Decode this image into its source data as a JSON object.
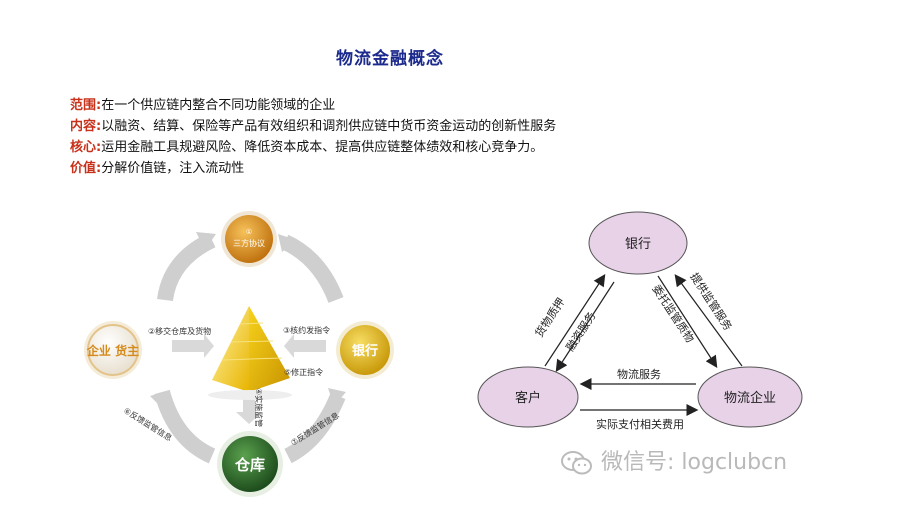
{
  "title": "物流金融概念",
  "definitions": [
    {
      "label": "范围:",
      "text": "在一个供应链内整合不同功能领域的企业"
    },
    {
      "label": "内容:",
      "text": "以融资、结算、保险等产品有效组织和调剂供应链中货币资金运动的创新性服务"
    },
    {
      "label": "核心:",
      "text": "运用金融工具规避风险、降低资本成本、提高供应链整体绩效和核心竞争力。"
    },
    {
      "label": "价值:",
      "text": "分解价值链，注入流动性"
    }
  ],
  "left_diagram": {
    "nodes": {
      "agreement": "三方协议",
      "agreement_num": "①",
      "enterprise": "企业 货主",
      "bank": "银行",
      "warehouse": "仓库"
    },
    "labels": {
      "step2": "②移交仓库及货物",
      "step3": "③核约发指令",
      "step4": "④实施监管",
      "step5": "⑤修正指令",
      "step6": "⑥反馈监管信息",
      "step7": "⑦反馈监管信息"
    },
    "colors": {
      "orange_node": "#d99021",
      "yellow_node": "#e2b51a",
      "green_node": "#2f6d2c"
    }
  },
  "right_diagram": {
    "nodes": {
      "bank": "银行",
      "customer": "客户",
      "logistics": "物流企业"
    },
    "edges": {
      "cargo_pledge": "货物质押",
      "financing": "融资服务",
      "entrust": "委托监管质物",
      "supervision": "提供监管服务",
      "logistics_service": "物流服务",
      "payment": "实际支付相关费用"
    },
    "colors": {
      "node_fill": "#e8d2e8",
      "node_stroke": "#555555"
    }
  },
  "watermark": {
    "text": "微信号: logclubcn",
    "icon": "wechat-icon"
  }
}
